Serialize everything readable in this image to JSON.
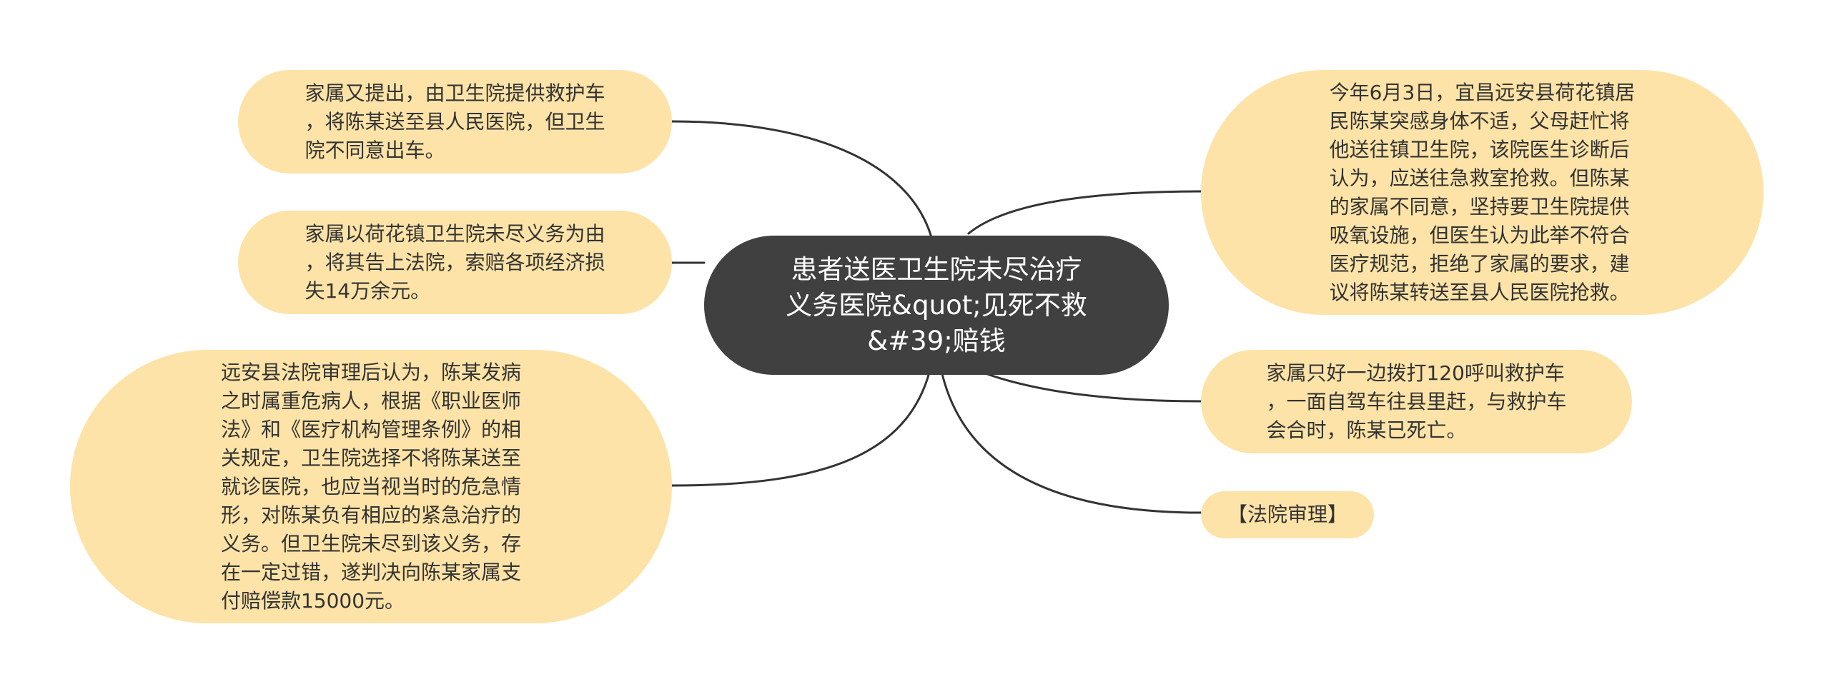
{
  "colors": {
    "central_fill": "#404040",
    "central_text": "#ffffff",
    "topic_fill": "#fde3a7",
    "topic_text": "#333333",
    "link": "#333333"
  },
  "central": {
    "text": "患者送医卫生院未尽治疗\n义务医院&quot;见死不救\n&#39;赔钱"
  },
  "topics": {
    "l1": "家属又提出，由卫生院提供救护车\n，将陈某送至县人民医院，但卫生\n院不同意出车。",
    "l2": "家属以荷花镇卫生院未尽义务为由\n，将其告上法院，索赔各项经济损\n失14万余元。",
    "l3": "远安县法院审理后认为，陈某发病\n之时属重危病人，根据《职业医师\n法》和《医疗机构管理条例》的相\n关规定，卫生院选择不将陈某送至\n就诊医院，也应当视当时的危急情\n形，对陈某负有相应的紧急治疗的\n义务。但卫生院未尽到该义务，存\n在一定过错，遂判决向陈某家属支\n付赔偿款15000元。",
    "r1": "今年6月3日，宜昌远安县荷花镇居\n民陈某突感身体不适，父母赶忙将\n他送往镇卫生院，该院医生诊断后\n认为，应送往急救室抢救。但陈某\n的家属不同意，坚持要卫生院提供\n吸氧设施，但医生认为此举不符合\n医疗规范，拒绝了家属的要求，建\n议将陈某转送至县人民医院抢救。",
    "r2": "家属只好一边拨打120呼叫救护车\n，一面自驾车往县里赶，与救护车\n会合时，陈某已死亡。",
    "r3": "【法院审理】"
  }
}
